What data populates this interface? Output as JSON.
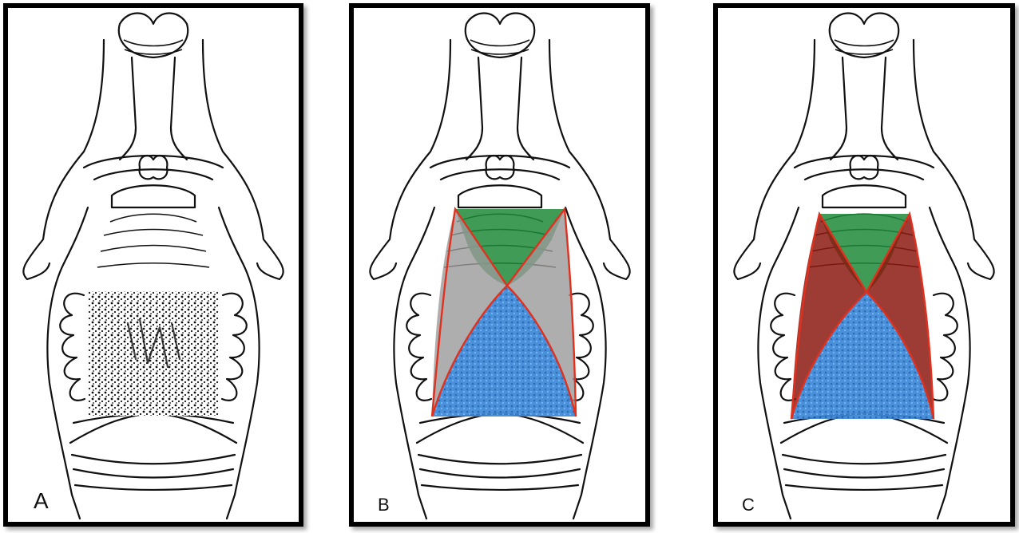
{
  "panels": [
    {
      "id": "A",
      "label": "A"
    },
    {
      "id": "B",
      "label": "B"
    },
    {
      "id": "C",
      "label": "C"
    }
  ],
  "colors": {
    "outline": "#111111",
    "stipple_region": "#222222",
    "green_region": "#1f8a3a",
    "blue_region": "#2f7fd6",
    "gray_region": "#9a9a9a",
    "red_region": "#8b1a10",
    "boundary_lines": "#e0301e"
  }
}
